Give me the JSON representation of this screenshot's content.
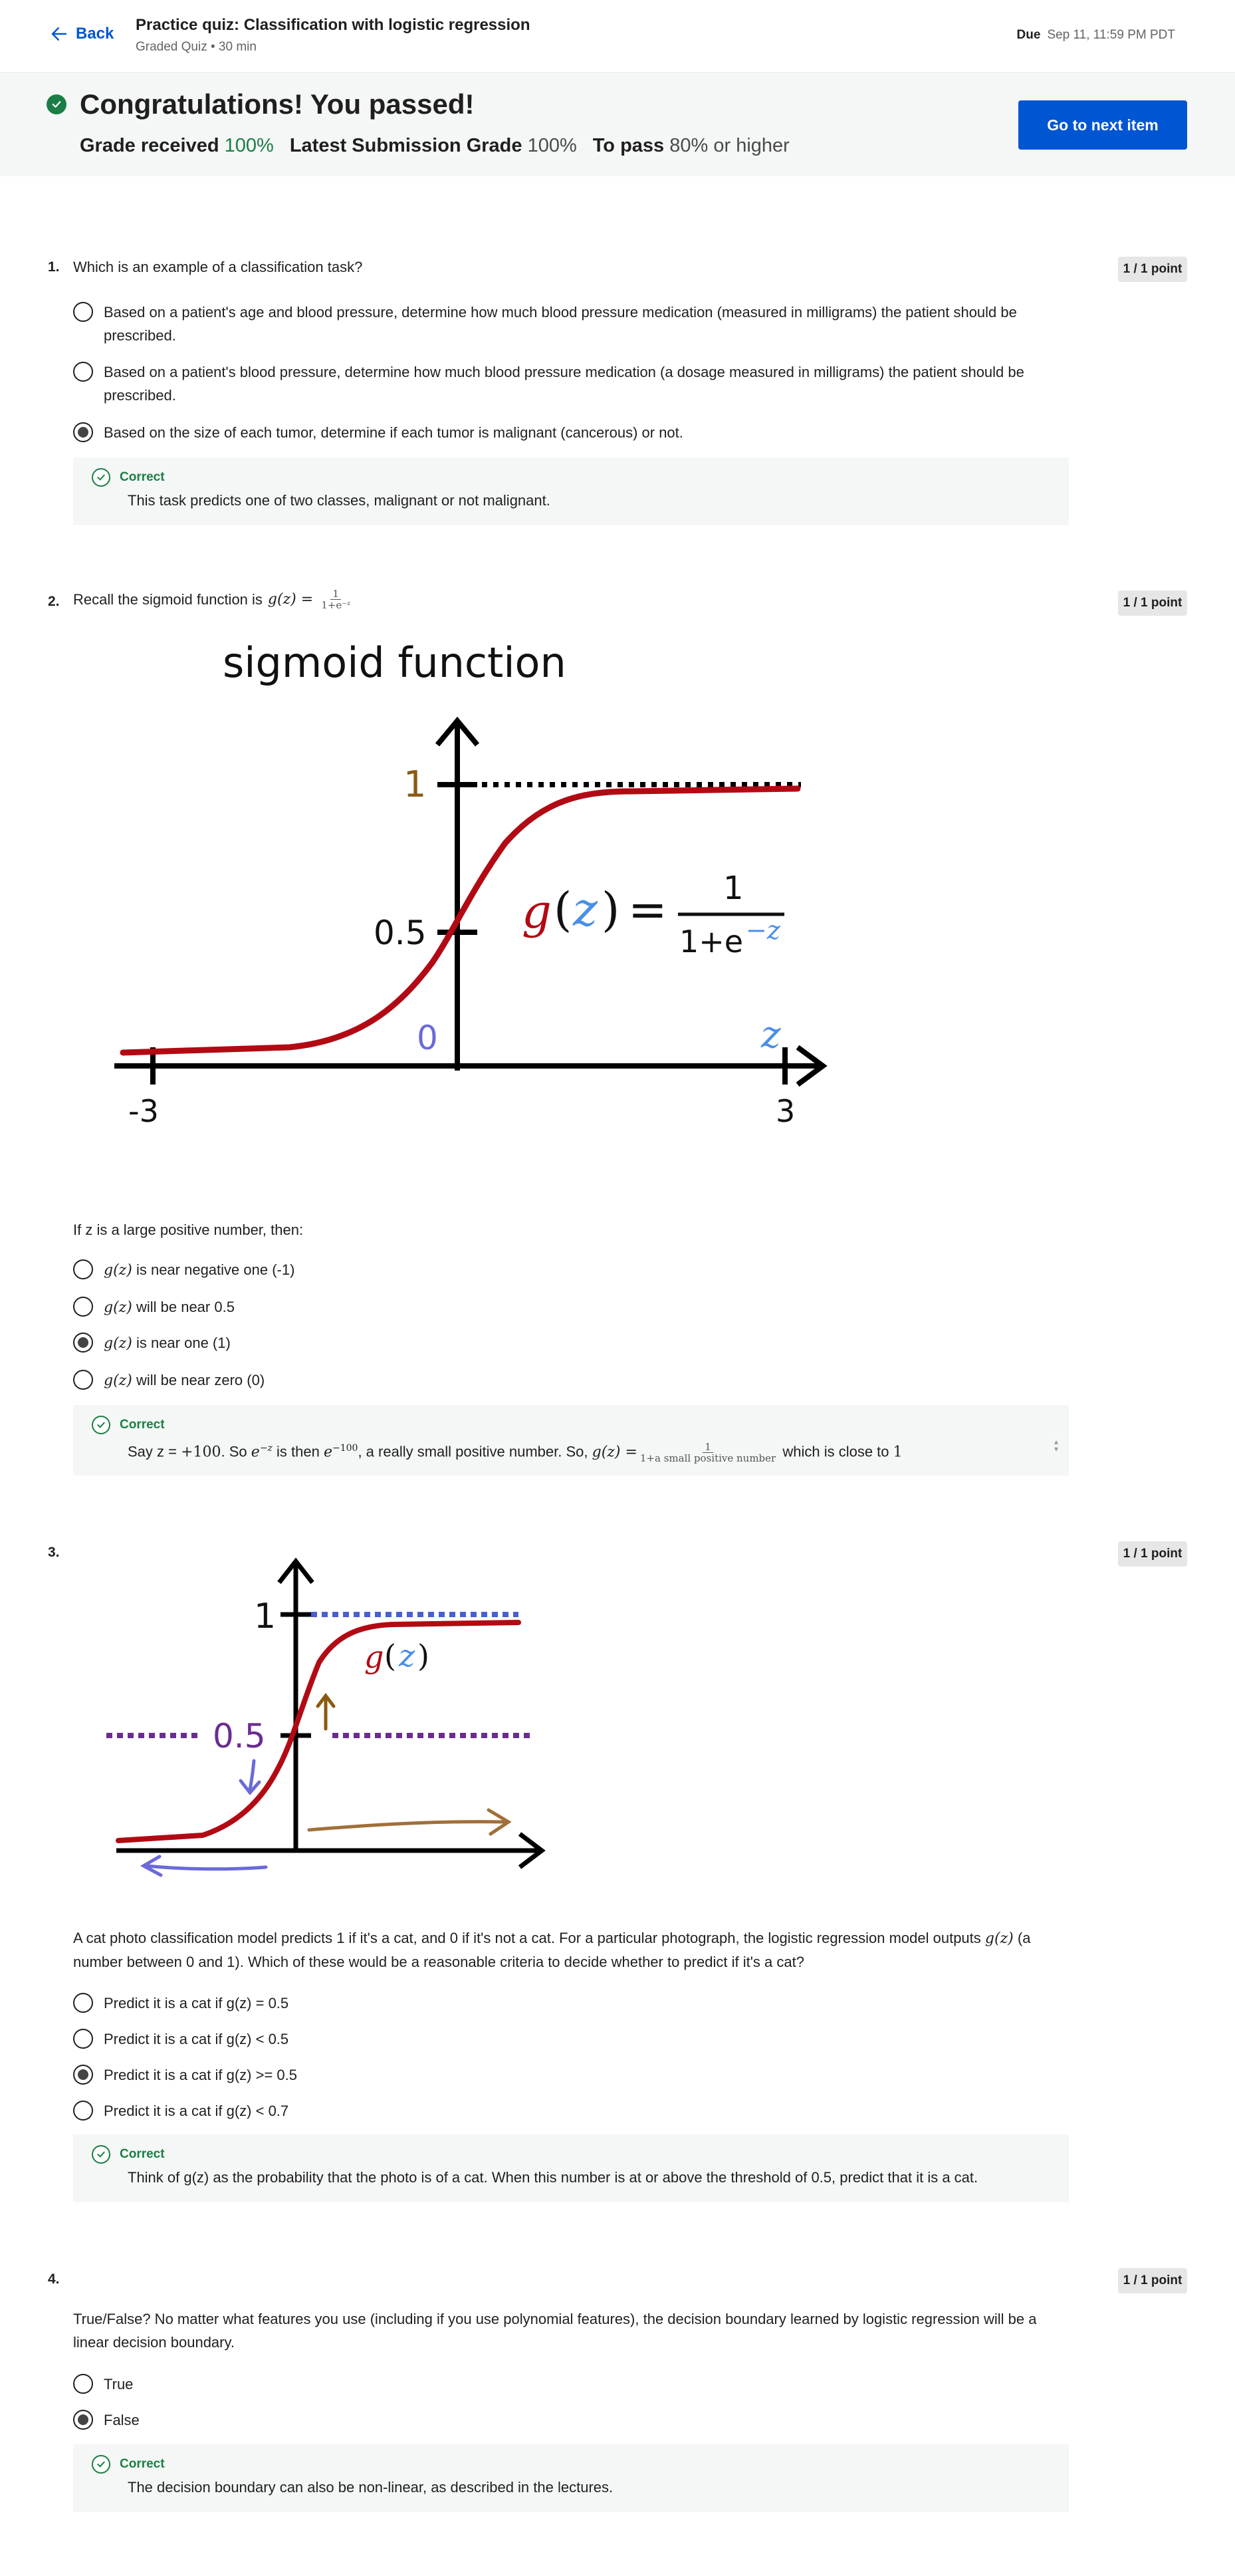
{
  "header": {
    "back_label": "Back",
    "quiz_title": "Practice quiz: Classification with logistic regression",
    "quiz_subtitle": "Graded Quiz • 30 min",
    "due_label": "Due",
    "due_value": "Sep 11, 11:59 PM PDT"
  },
  "banner": {
    "headline": "Congratulations! You passed!",
    "grade_received_label": "Grade received",
    "grade_received_value": "100%",
    "latest_label": "Latest Submission Grade",
    "latest_value": "100%",
    "to_pass_label": "To pass",
    "to_pass_value": "80% or higher",
    "next_button": "Go to next item"
  },
  "colors": {
    "accent": "#0056d2",
    "success": "#1a7e46",
    "curve": "#b20a14",
    "z_blue": "#4a8ee8",
    "purple": "#6a2c91",
    "brown": "#8a5a10"
  },
  "questions": [
    {
      "number": "1.",
      "points": "1 / 1 point",
      "prompt": "Which is an example of a classification task?",
      "options": [
        "Based on a patient's age and blood pressure, determine how much blood pressure medication (measured in milligrams) the patient should be prescribed.",
        "Based on a patient's blood pressure, determine how much blood pressure medication (a dosage measured in milligrams) the patient should be prescribed.",
        "Based on the size of each tumor, determine if each tumor is malignant (cancerous) or not."
      ],
      "selected_index": 2,
      "feedback_label": "Correct",
      "feedback_text": "This task predicts one of two classes, malignant or not malignant."
    },
    {
      "number": "2.",
      "points": "1 / 1 point",
      "prompt_prefix": "Recall the sigmoid function is",
      "prompt_math": "g(z) =",
      "prompt_frac_num": "1",
      "prompt_frac_den": "1+e⁻ᶻ",
      "figure": {
        "title": "sigmoid function",
        "y_labels": [
          "1",
          "0.5",
          "0"
        ],
        "x_labels": [
          "-3",
          "3"
        ],
        "axis_var": "z",
        "formula_lhs_g": "g",
        "formula_lhs_z": "z",
        "formula_num": "1",
        "formula_den_base": "1+e",
        "formula_den_exp": "−z"
      },
      "subprompt": "If z is a large positive number, then:",
      "options_math": [
        "g(z)",
        "g(z)",
        "g(z)",
        "g(z)"
      ],
      "options": [
        " is near negative one (-1)",
        " will be near 0.5",
        " is near one (1)",
        " will be near zero (0)"
      ],
      "selected_index": 2,
      "feedback_label": "Correct",
      "feedback_parts": {
        "a": "Say z = ",
        "b": "+100",
        "c": ". So ",
        "d": "e",
        "e": "−z",
        "f": " is then ",
        "g": "e",
        "h": "−100",
        "i": ", a really small positive number. So, ",
        "j": "g(z) =",
        "k_num": "1",
        "k_den": "1+a small positive number",
        "l": " which is close to ",
        "m": "1"
      }
    },
    {
      "number": "3.",
      "points": "1 / 1 point",
      "figure": {
        "y_labels": [
          "1",
          "0.5"
        ],
        "curve_label_g": "g",
        "curve_label_z": "z"
      },
      "prompt_a": "A cat photo classification model predicts 1 if it's a cat, and 0 if it's not a cat. For a particular photograph, the logistic regression model outputs ",
      "prompt_math": "g(z)",
      "prompt_b": " (a number between 0 and 1). Which of these would be a reasonable criteria to decide whether to predict if it's a cat?",
      "options": [
        "Predict it is a cat if g(z) = 0.5",
        "Predict it is a cat if g(z) < 0.5",
        "Predict it is a cat if g(z) >= 0.5",
        "Predict it is a cat if g(z) < 0.7"
      ],
      "selected_index": 2,
      "feedback_label": "Correct",
      "feedback_text": "Think of g(z) as the probability that the photo is of a cat. When this number is at or above the threshold of 0.5, predict that it is a cat."
    },
    {
      "number": "4.",
      "points": "1 / 1 point",
      "prompt": "True/False? No matter what features you use (including if you use polynomial features), the decision boundary learned by logistic regression will be a linear decision boundary.",
      "options": [
        "True",
        "False"
      ],
      "selected_index": 1,
      "feedback_label": "Correct",
      "feedback_text": "The decision boundary can also be non-linear, as described in the lectures."
    }
  ]
}
